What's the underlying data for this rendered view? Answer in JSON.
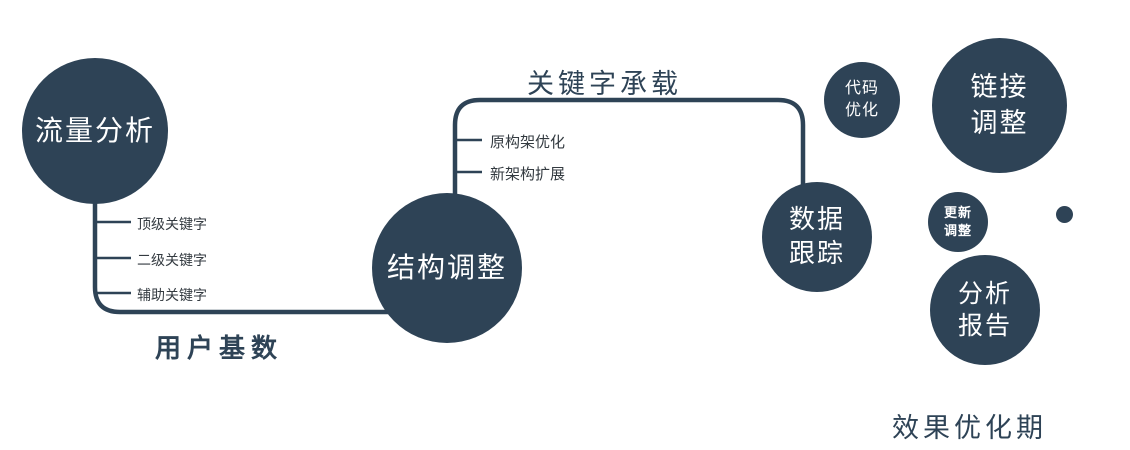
{
  "accent_color": "#2e4356",
  "nodes": {
    "traffic": {
      "label": "流量分析"
    },
    "structure": {
      "label": "结构调整"
    },
    "tracking": {
      "line1": "数据",
      "line2": "跟踪"
    },
    "code": {
      "line1": "代码",
      "line2": "优化"
    },
    "link": {
      "line1": "链接",
      "line2": "调整"
    },
    "update": {
      "line1": "更新",
      "line2": "调整"
    },
    "report": {
      "line1": "分析",
      "line2": "报告"
    }
  },
  "edge_labels": {
    "keyword_carry": "关键字承载",
    "user_base": "用户基数"
  },
  "branch_labels": {
    "traffic": [
      "顶级关键字",
      "二级关键字",
      "辅助关键字"
    ],
    "structure": [
      "原构架优化",
      "新架构扩展"
    ]
  },
  "footer_label": "效果优化期"
}
